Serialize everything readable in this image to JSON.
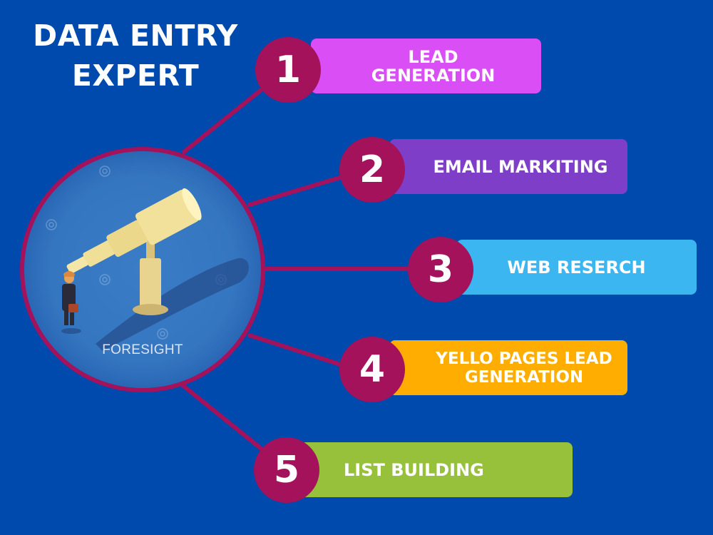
{
  "title": {
    "line1": "DATA ENTRY",
    "line2": "EXPERT"
  },
  "hub": {
    "illustration": "telescope-businessman-illustration",
    "caption": "FORESIGHT"
  },
  "colors": {
    "background": "#004aad",
    "badge": "#a3125a",
    "connector": "#a3125a"
  },
  "items": [
    {
      "number": "1",
      "line1": "LEAD",
      "line2": "GENERATION",
      "color": "#d94ff5"
    },
    {
      "number": "2",
      "line1": "EMAIL MARKITING",
      "line2": "",
      "color": "#7e3ec7"
    },
    {
      "number": "3",
      "line1": "WEB RESERCH",
      "line2": "",
      "color": "#3cb6f0"
    },
    {
      "number": "4",
      "line1": "YELLO PAGES LEAD",
      "line2": "GENERATION",
      "color": "#ffad00"
    },
    {
      "number": "5",
      "line1": "LIST BUILDING",
      "line2": "",
      "color": "#97c03b"
    }
  ]
}
